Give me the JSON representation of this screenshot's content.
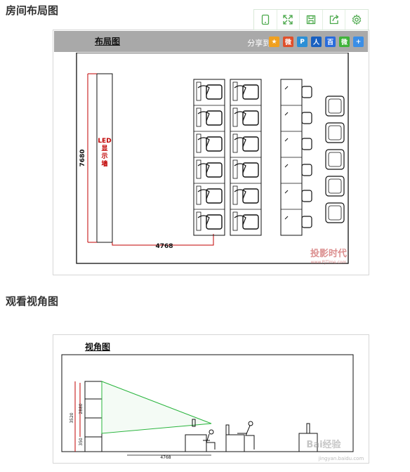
{
  "sections": [
    {
      "heading": "房间布局图"
    },
    {
      "heading": "观看视角图"
    }
  ],
  "toolbar": {
    "buttons": [
      {
        "name": "tablet-icon"
      },
      {
        "name": "expand-icon"
      },
      {
        "name": "save-icon"
      },
      {
        "name": "share-icon"
      },
      {
        "name": "gear-icon"
      }
    ]
  },
  "layout_image": {
    "title": "布局图",
    "share_label": "分享到:",
    "share_icons": [
      {
        "name": "qzone-icon",
        "color": "#f0a020",
        "glyph": "★"
      },
      {
        "name": "weibo-icon",
        "color": "#e0502b",
        "glyph": "微"
      },
      {
        "name": "tqq-icon",
        "color": "#2b8fd6",
        "glyph": "P"
      },
      {
        "name": "renren-icon",
        "color": "#1860c0",
        "glyph": "人"
      },
      {
        "name": "baidu-icon",
        "color": "#2a6cdc",
        "glyph": "百"
      },
      {
        "name": "wechat-icon",
        "color": "#3fb33a",
        "glyph": "微"
      },
      {
        "name": "more-icon",
        "color": "#3a8ee6",
        "glyph": "+"
      }
    ],
    "led_label": "LED显示墙",
    "height_dim": "7680",
    "width_dim": "4768",
    "watermark": "投影时代",
    "watermark_url": "www.PjTime.com"
  },
  "view_image": {
    "title": "视角图",
    "dims": [
      "3520",
      "2880",
      "350"
    ],
    "distance_dim": "4768",
    "watermark": "Bai经验",
    "watermark_url": "jingyan.baidu.com"
  }
}
